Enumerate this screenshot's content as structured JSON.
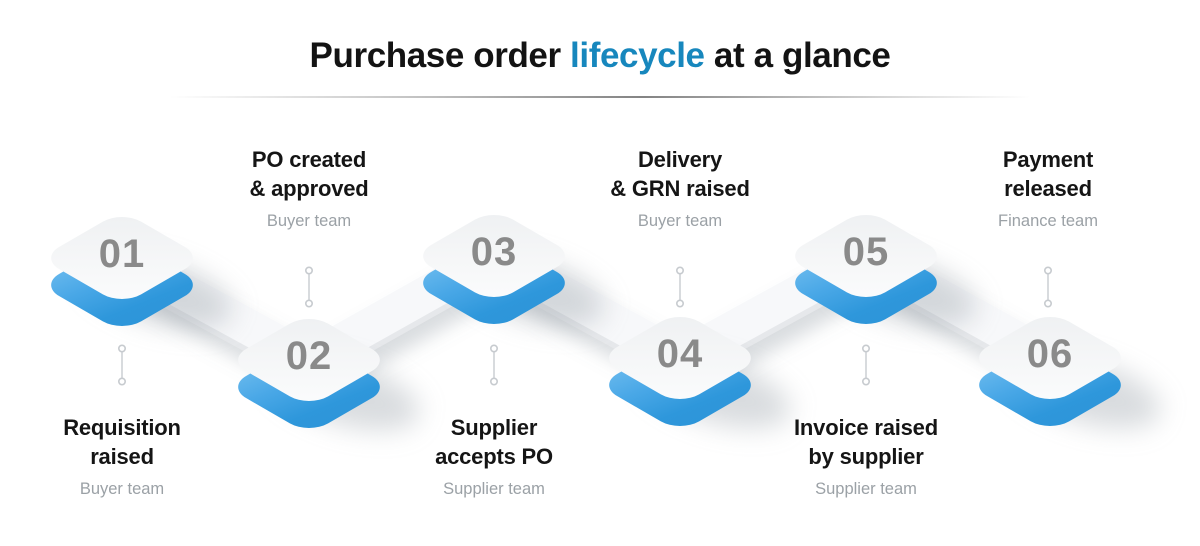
{
  "header": {
    "title_part1": "Purchase order ",
    "title_accent": "lifecycle",
    "title_part2": " at a glance"
  },
  "steps": [
    {
      "number": "01",
      "label": "Requisition\nraised",
      "team": "Buyer team",
      "label_side": "below"
    },
    {
      "number": "02",
      "label": "PO created\n& approved",
      "team": "Buyer team",
      "label_side": "above"
    },
    {
      "number": "03",
      "label": "Supplier\naccepts PO",
      "team": "Supplier team",
      "label_side": "below"
    },
    {
      "number": "04",
      "label": "Delivery\n& GRN raised",
      "team": "Buyer team",
      "label_side": "above"
    },
    {
      "number": "05",
      "label": "Invoice raised\nby supplier",
      "team": "Supplier team",
      "label_side": "below"
    },
    {
      "number": "06",
      "label": "Payment\nreleased",
      "team": "Finance team",
      "label_side": "above"
    }
  ],
  "colors": {
    "accent_blue": "#1787bd",
    "diamond_blue": "#3fa3e4",
    "diamond_top": "#f4f5f6",
    "band": "#f7f8fa",
    "number_gray": "#8a8a8a",
    "team_gray": "#9ba1a6"
  }
}
